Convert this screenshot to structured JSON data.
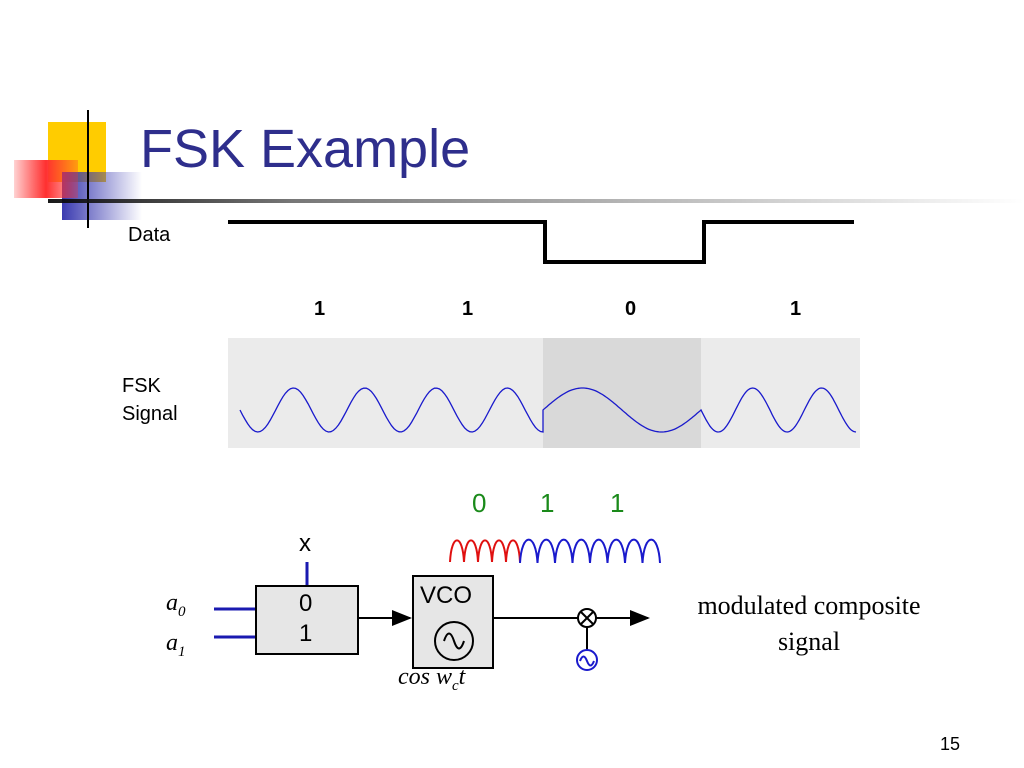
{
  "slide": {
    "title": "FSK Example",
    "page_number": "15"
  },
  "data_row": {
    "label": "Data",
    "bits": [
      "1",
      "1",
      "0",
      "1"
    ]
  },
  "fsk_row": {
    "label_line1": "FSK",
    "label_line2": "Signal"
  },
  "modulator": {
    "bits": [
      "0",
      "1",
      "1"
    ],
    "select_label": "x",
    "input_a0": "a",
    "input_a0_sub": "0",
    "input_a1": "a",
    "input_a1_sub": "1",
    "mux_value0": "0",
    "mux_value1": "1",
    "vco_label": "VCO",
    "carrier_cos": "cos w",
    "carrier_sub": "c",
    "carrier_t": "t",
    "output_line1": "modulated composite",
    "output_line2": "signal"
  },
  "colors": {
    "title": "#2e2e8c",
    "wave": "#1a1acc",
    "red_wave": "#e01010",
    "bits_green": "#1a8a1a",
    "panel_light": "#ebebeb",
    "panel_dark": "#d9d9d9"
  }
}
